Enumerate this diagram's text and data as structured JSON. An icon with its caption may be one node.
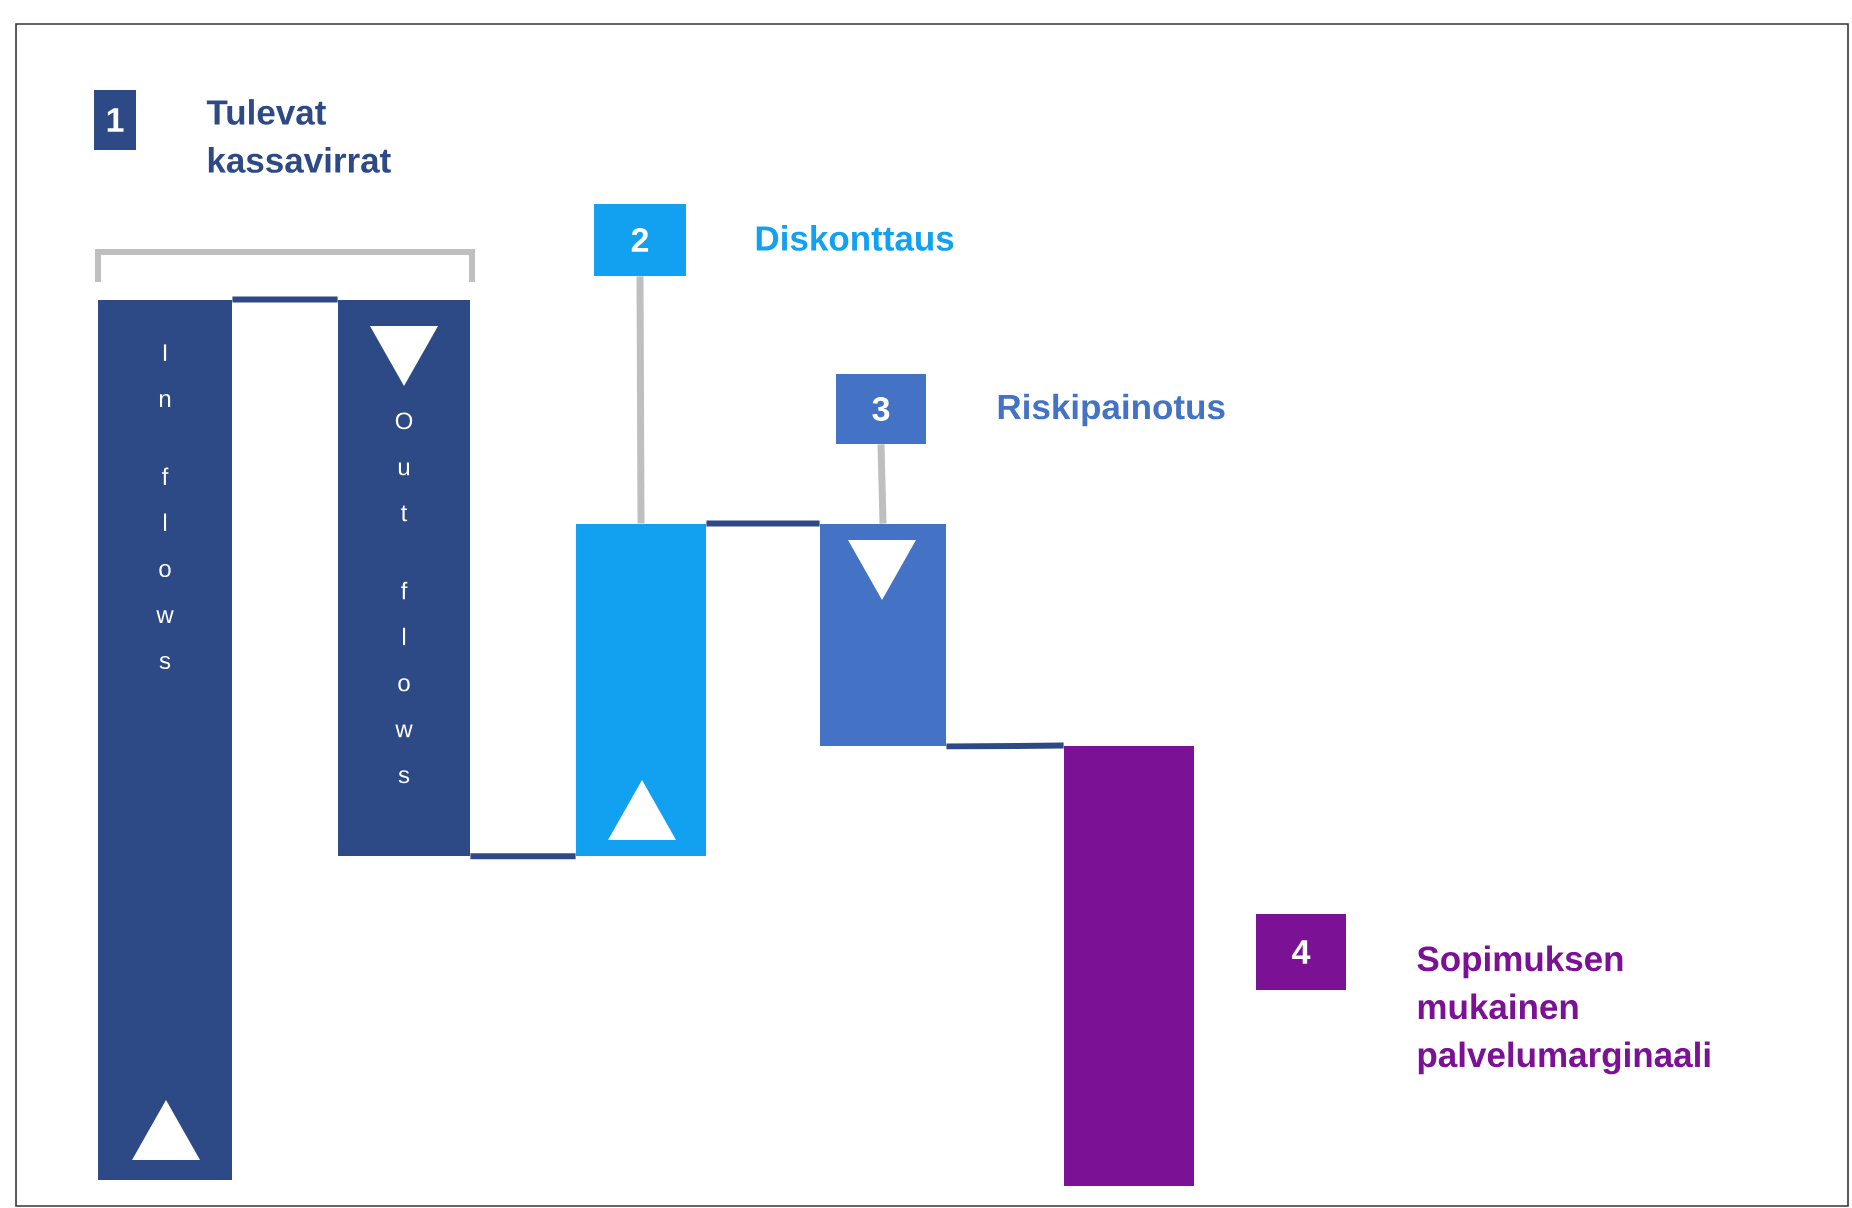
{
  "diagram": {
    "nodes": [
      {
        "text": [
          "1",
          "Tulevat kassavirrat"
        ]
      },
      {
        "text": [
          "2",
          "Diskonttaus"
        ]
      },
      {
        "text": [
          "3",
          "Riskipainotus"
        ]
      },
      {
        "text": [
          "4",
          "Sopimuksen mukainen palvelumarginaali"
        ]
      },
      {
        "text": [
          "In flows"
        ]
      },
      {
        "text": [
          "Out flows"
        ]
      },
      {
        "text": [],
        "shape": "bar"
      },
      {
        "text": [],
        "shape": "bar"
      },
      {
        "text": [],
        "shape": "bar"
      }
    ],
    "edges": [
      {
        "from": 4,
        "to": 5,
        "arrow": "none"
      },
      {
        "from": 1,
        "to": 6,
        "arrow": "none",
        "color": "#bfbfbf"
      },
      {
        "from": 5,
        "to": 6,
        "arrow": "none"
      },
      {
        "from": 6,
        "to": 7,
        "arrow": "none"
      },
      {
        "from": 2,
        "to": 7,
        "arrow": "none",
        "color": "#bfbfbf"
      },
      {
        "from": 7,
        "to": 8,
        "arrow": "none"
      }
    ]
  }
}
